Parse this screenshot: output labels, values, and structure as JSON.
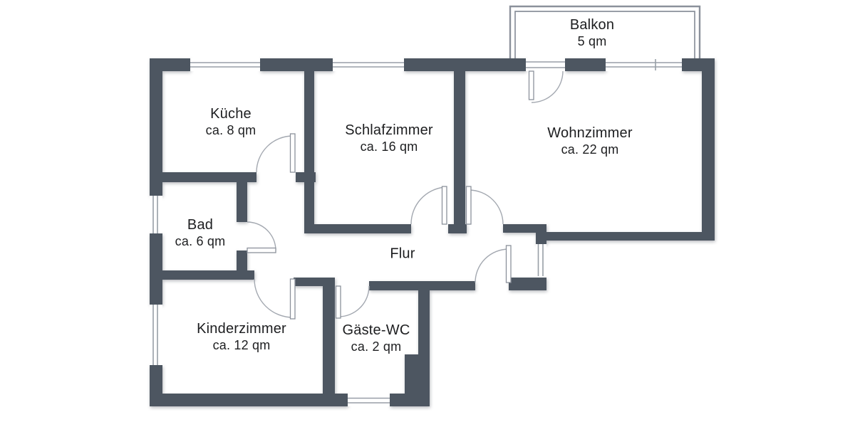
{
  "document": {
    "type": "floor-plan",
    "language": "de",
    "units": "qm"
  },
  "colors": {
    "wall": "#4d5661",
    "line": "#989ea7",
    "leafline": "#8b919b",
    "text": "#1d1e20",
    "bg": "#ffffff"
  },
  "rooms": [
    {
      "id": "kueche",
      "name": "Küche",
      "area": "ca. 8 qm"
    },
    {
      "id": "schlafzimmer",
      "name": "Schlafzimmer",
      "area": "ca. 16 qm"
    },
    {
      "id": "wohnzimmer",
      "name": "Wohnzimmer",
      "area": "ca. 22 qm"
    },
    {
      "id": "balkon",
      "name": "Balkon",
      "area": "5 qm"
    },
    {
      "id": "bad",
      "name": "Bad",
      "area": "ca. 6 qm"
    },
    {
      "id": "flur",
      "name": "Flur",
      "area": ""
    },
    {
      "id": "kinderzimmer",
      "name": "Kinderzimmer",
      "area": "ca. 12 qm"
    },
    {
      "id": "gaeste_wc",
      "name": "Gäste-WC",
      "area": "ca. 2 qm"
    }
  ]
}
